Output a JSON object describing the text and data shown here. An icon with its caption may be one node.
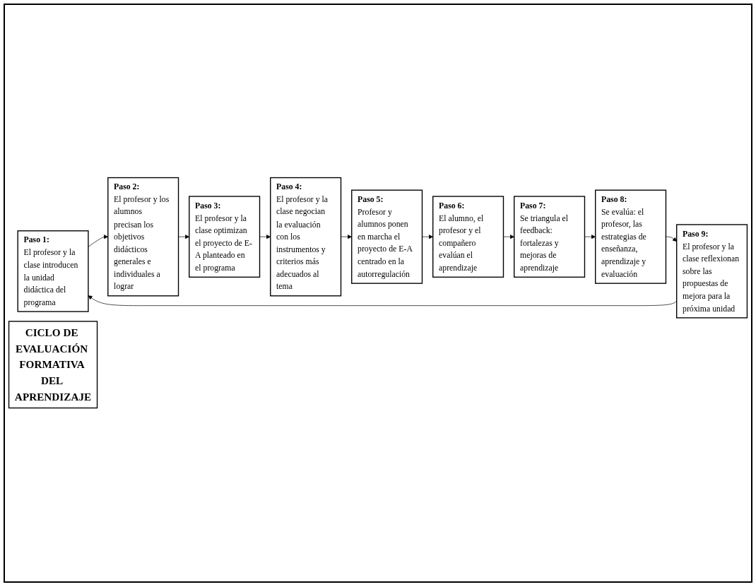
{
  "diagram": {
    "nodes": [
      {
        "text": [
          "Paso 1:",
          "El profesor y la clase introducen la unidad didáctica del programa"
        ]
      },
      {
        "text": [
          "Paso 2:",
          "El profesor y los alumnos precisan los objetivos didácticos generales e individuales a lograr"
        ]
      },
      {
        "text": [
          "Paso 3:",
          "El profesor y la clase optimizan el proyecto de E-A planteado en el programa"
        ]
      },
      {
        "text": [
          "Paso 9:",
          "El profesor y la clase reflexionan sobre las propuestas de mejora para la próxima unidad"
        ]
      },
      {
        "text": [
          "CICLO DE EVALUACIÓN FORMATIVA DEL APRENDIZAJE"
        ]
      },
      {
        "text": [
          "Paso 4:",
          "El profesor y la clase negocian la evaluación con los instrumentos y criterios más adecuados al tema"
        ]
      },
      {
        "text": [
          "Paso 8:",
          "Se evalúa: el profesor, las estrategias de enseñanza, aprendizaje y evaluación"
        ]
      },
      {
        "text": [
          "Paso 7:",
          "Se triangula el feedback: fortalezas y mejoras de aprendizaje"
        ]
      },
      {
        "text": [
          "Paso 6:",
          "El alumno, el profesor y el compañero evalúan el aprendizaje"
        ]
      },
      {
        "text": [
          "Paso 5:",
          "Profesor y alumnos ponen en marcha el proyecto de E-A centrado en la autorregulación"
        ]
      }
    ],
    "edges": [
      {
        "from": 0,
        "to": 1,
        "arrow": "to"
      },
      {
        "from": 1,
        "to": 2,
        "arrow": "to"
      },
      {
        "from": 2,
        "to": 5,
        "arrow": "to"
      },
      {
        "from": 5,
        "to": 9,
        "arrow": "to"
      },
      {
        "from": 9,
        "to": 8,
        "arrow": "to"
      },
      {
        "from": 8,
        "to": 7,
        "arrow": "to"
      },
      {
        "from": 7,
        "to": 6,
        "arrow": "to"
      },
      {
        "from": 6,
        "to": 3,
        "arrow": "to"
      },
      {
        "from": 3,
        "to": 0,
        "arrow": "to"
      }
    ]
  }
}
